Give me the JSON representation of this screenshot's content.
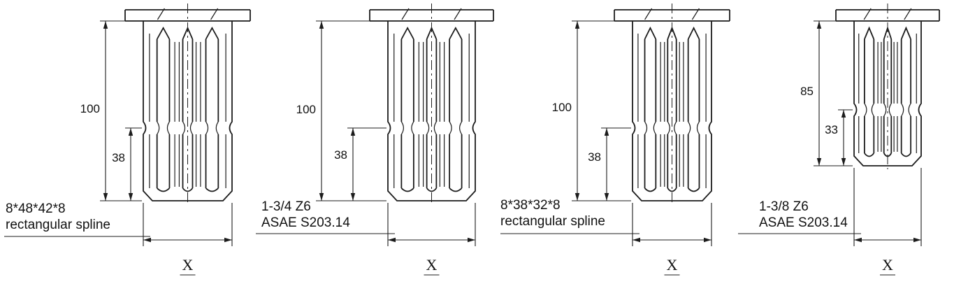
{
  "figures": [
    {
      "dim_length": "100",
      "dim_groove": "38",
      "spline_label_line1": "8*48*42*8",
      "spline_label_line2": "rectangular spline",
      "bottom_dim_label": "X"
    },
    {
      "dim_length": "100",
      "dim_groove": "38",
      "spline_label_line1": "1-3/4 Z6",
      "spline_label_line2": "ASAE S203.14",
      "bottom_dim_label": "X"
    },
    {
      "dim_length": "100",
      "dim_groove": "38",
      "spline_label_line1": "8*38*32*8",
      "spline_label_line2": "rectangular spline",
      "bottom_dim_label": "X"
    },
    {
      "dim_length": "85",
      "dim_groove": "33",
      "spline_label_line1": "1-3/8 Z6",
      "spline_label_line2": "ASAE S203.14",
      "bottom_dim_label": "X"
    }
  ],
  "colors": {
    "line": "#1c1c1c",
    "background": "#ffffff"
  }
}
